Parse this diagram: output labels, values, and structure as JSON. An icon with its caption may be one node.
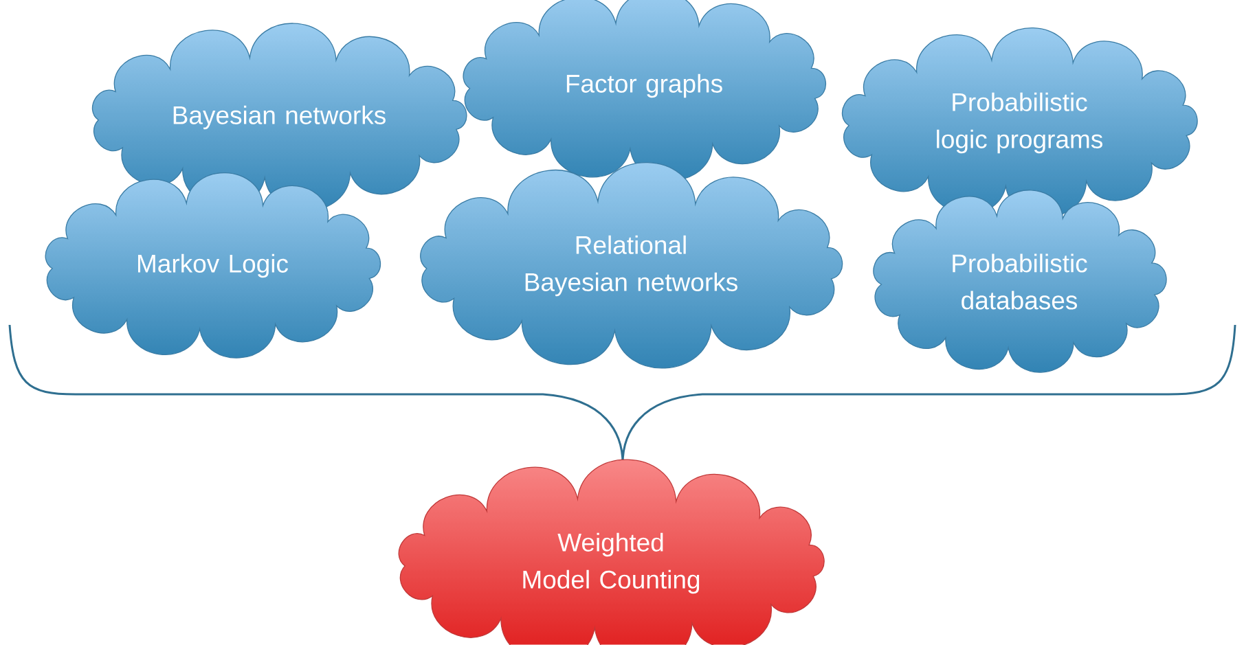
{
  "diagram": {
    "nodes": [
      {
        "text": [
          "Bayesian networks"
        ]
      },
      {
        "text": [
          "Factor graphs"
        ]
      },
      {
        "text": [
          "Probabilistic logic programs"
        ]
      },
      {
        "text": [
          "Markov Logic"
        ]
      },
      {
        "text": [
          "Relational Bayesian networks"
        ]
      },
      {
        "text": [
          "Probabilistic databases"
        ]
      },
      {
        "text": [
          "Weighted Model Counting"
        ]
      }
    ]
  }
}
